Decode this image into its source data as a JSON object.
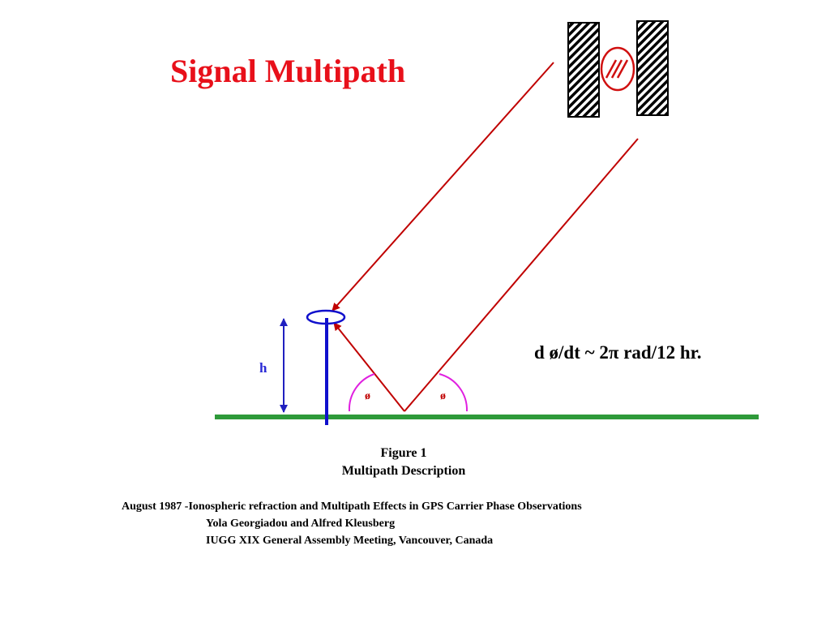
{
  "title": "Signal Multipath",
  "diagram": {
    "height_label": "h",
    "angle_left": "ø",
    "angle_right": "ø",
    "rate_formula": "d ø/dt ~ 2π rad/12 hr.",
    "colors": {
      "title": "#e8101a",
      "signal": "#c00000",
      "ground": "#2e9a3a",
      "antenna": "#1010cc",
      "arc": "#e020e0"
    },
    "icons": [
      "satellite-icon",
      "antenna-icon"
    ]
  },
  "caption": {
    "line1": "Figure 1",
    "line2": "Multipath Description"
  },
  "reference": {
    "line1": "August 1987 -Ionospheric refraction and Multipath Effects  in GPS Carrier Phase Observations",
    "line2": "Yola Georgiadou and Alfred Kleusberg",
    "line3": "IUGG XIX General Assembly Meeting, Vancouver, Canada"
  }
}
